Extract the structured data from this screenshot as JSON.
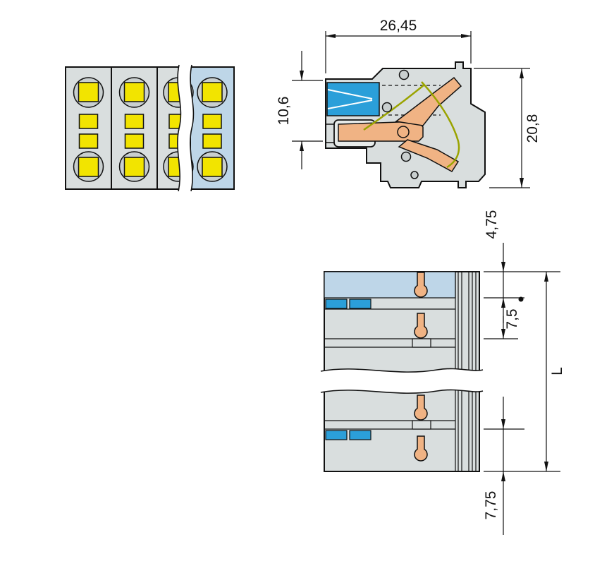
{
  "drawing": {
    "dims": {
      "overall_width": "26,45",
      "wire_entry_height": "10,6",
      "overall_height": "20,8",
      "top_edge_offset": "4,75",
      "pole_pitch": "7,5",
      "overall_length": "L",
      "bottom_edge_offset": "7,75"
    },
    "colors": {
      "body": "#d9dede",
      "body_shade": "#c9cfcf",
      "cage": "#e7ebea",
      "yellow": "#f2e400",
      "light_blue": "#bed6e8",
      "blue": "#2b9fd9",
      "copper": "#f0b384",
      "spring": "#9aa300",
      "outline": "#111111"
    }
  }
}
